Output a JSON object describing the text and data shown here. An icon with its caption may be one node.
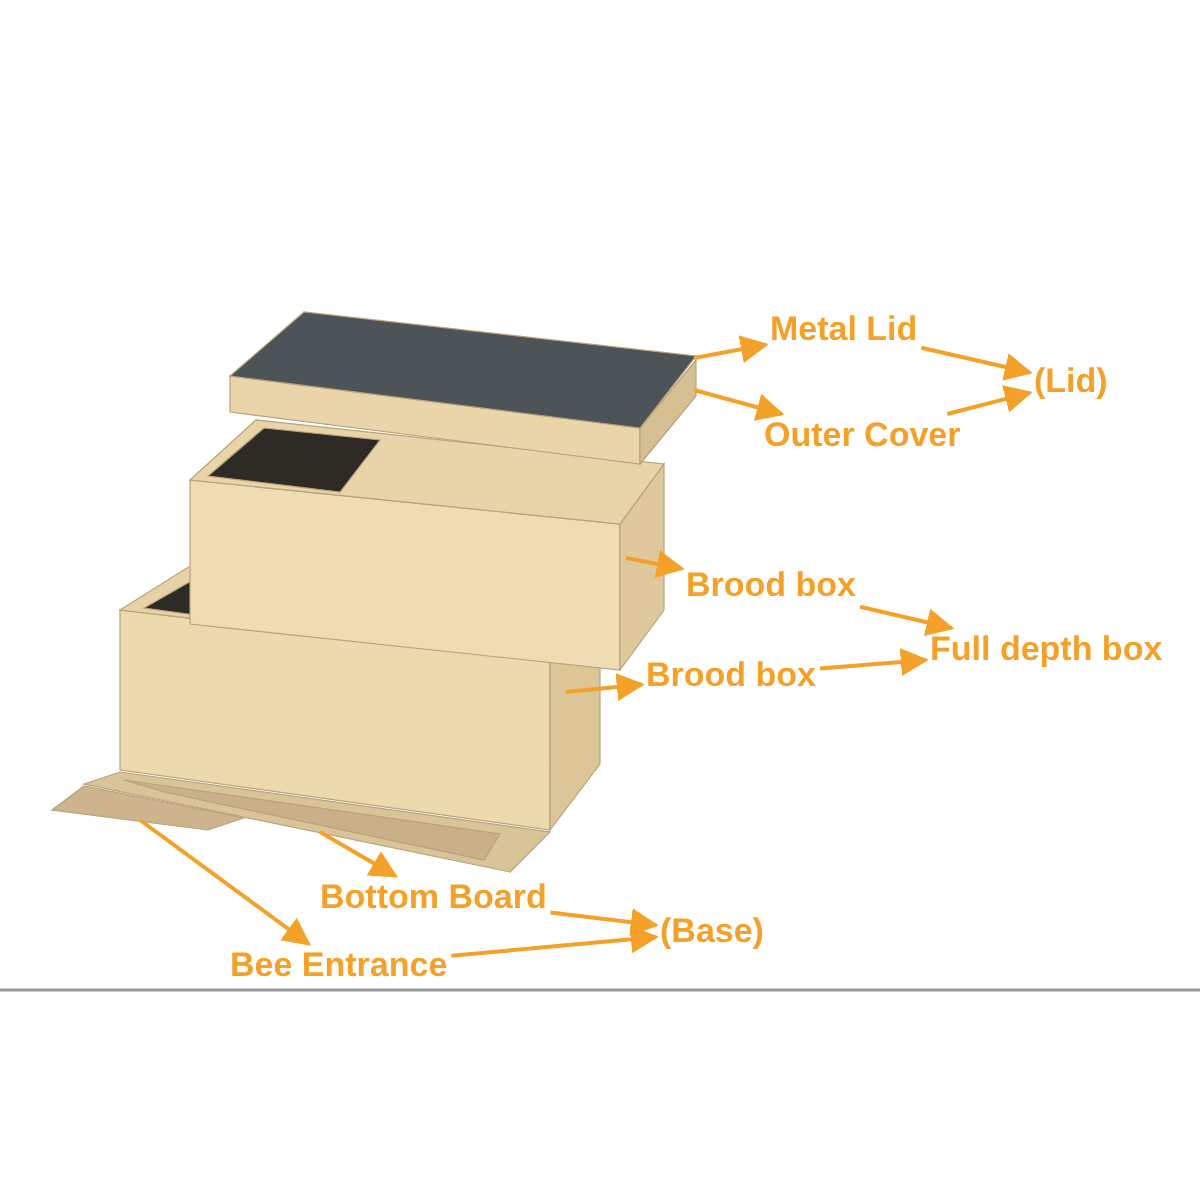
{
  "diagram": {
    "nodes": [
      {
        "text": [],
        "shape": "box"
      },
      {
        "text": [],
        "shape": "box"
      },
      {
        "text": [],
        "shape": "box"
      },
      {
        "text": [],
        "shape": "box"
      },
      {
        "text": [],
        "shape": "box"
      },
      {
        "text": [],
        "shape": "box"
      },
      {
        "text": [
          "Metal Lid"
        ]
      },
      {
        "text": [
          "Outer Cover"
        ]
      },
      {
        "text": [
          "(Lid)"
        ]
      },
      {
        "text": [
          "Brood box"
        ]
      },
      {
        "text": [
          "Brood box"
        ]
      },
      {
        "text": [
          "Full depth box"
        ]
      },
      {
        "text": [
          "Bottom Board"
        ]
      },
      {
        "text": [
          "Bee Entrance"
        ]
      },
      {
        "text": [
          "(Base)"
        ]
      }
    ],
    "edges": [
      {
        "from": 0,
        "to": 6,
        "arrow": "to"
      },
      {
        "from": 1,
        "to": 7,
        "arrow": "to"
      },
      {
        "from": 6,
        "to": 8,
        "arrow": "to"
      },
      {
        "from": 7,
        "to": 8,
        "arrow": "to"
      },
      {
        "from": 2,
        "to": 9,
        "arrow": "to"
      },
      {
        "from": 3,
        "to": 10,
        "arrow": "to"
      },
      {
        "from": 9,
        "to": 11,
        "arrow": "to"
      },
      {
        "from": 10,
        "to": 11,
        "arrow": "to"
      },
      {
        "from": 4,
        "to": 12,
        "arrow": "to"
      },
      {
        "from": 5,
        "to": 13,
        "arrow": "to"
      },
      {
        "from": 12,
        "to": 14,
        "arrow": "to"
      },
      {
        "from": 13,
        "to": 14,
        "arrow": "to"
      }
    ]
  }
}
